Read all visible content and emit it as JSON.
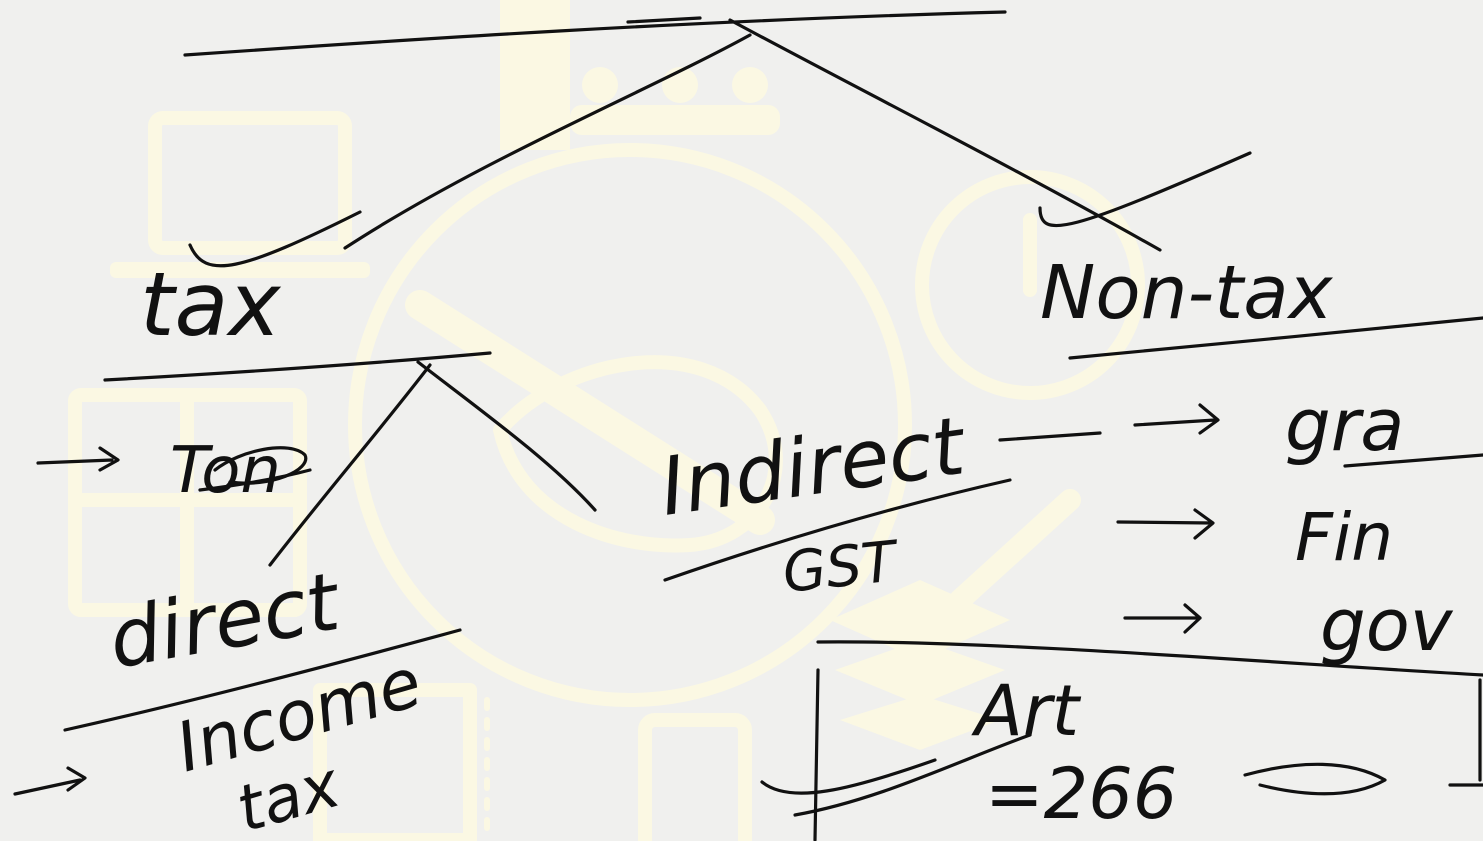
{
  "colors": {
    "background": "#f0f0ee",
    "ink": "#111111",
    "watermark": "#fbf8e3"
  },
  "watermark_icons": [
    "meeting-people-icon",
    "laptop-icon",
    "calculator-icon",
    "pen-in-circle-icon",
    "clock-icon",
    "phone-icon",
    "stacked-books-icon"
  ],
  "notes": {
    "tax": "tax",
    "non_tax": "Non-tax",
    "ton": "Ton",
    "indirect": "Indirect",
    "gst": "GST",
    "direct": "direct",
    "income_tax_line1": "Income",
    "income_tax_line2": "tax",
    "grant": "gra",
    "fine": "Fin",
    "govt": "gov",
    "art": "Art",
    "art_number": "=266"
  }
}
